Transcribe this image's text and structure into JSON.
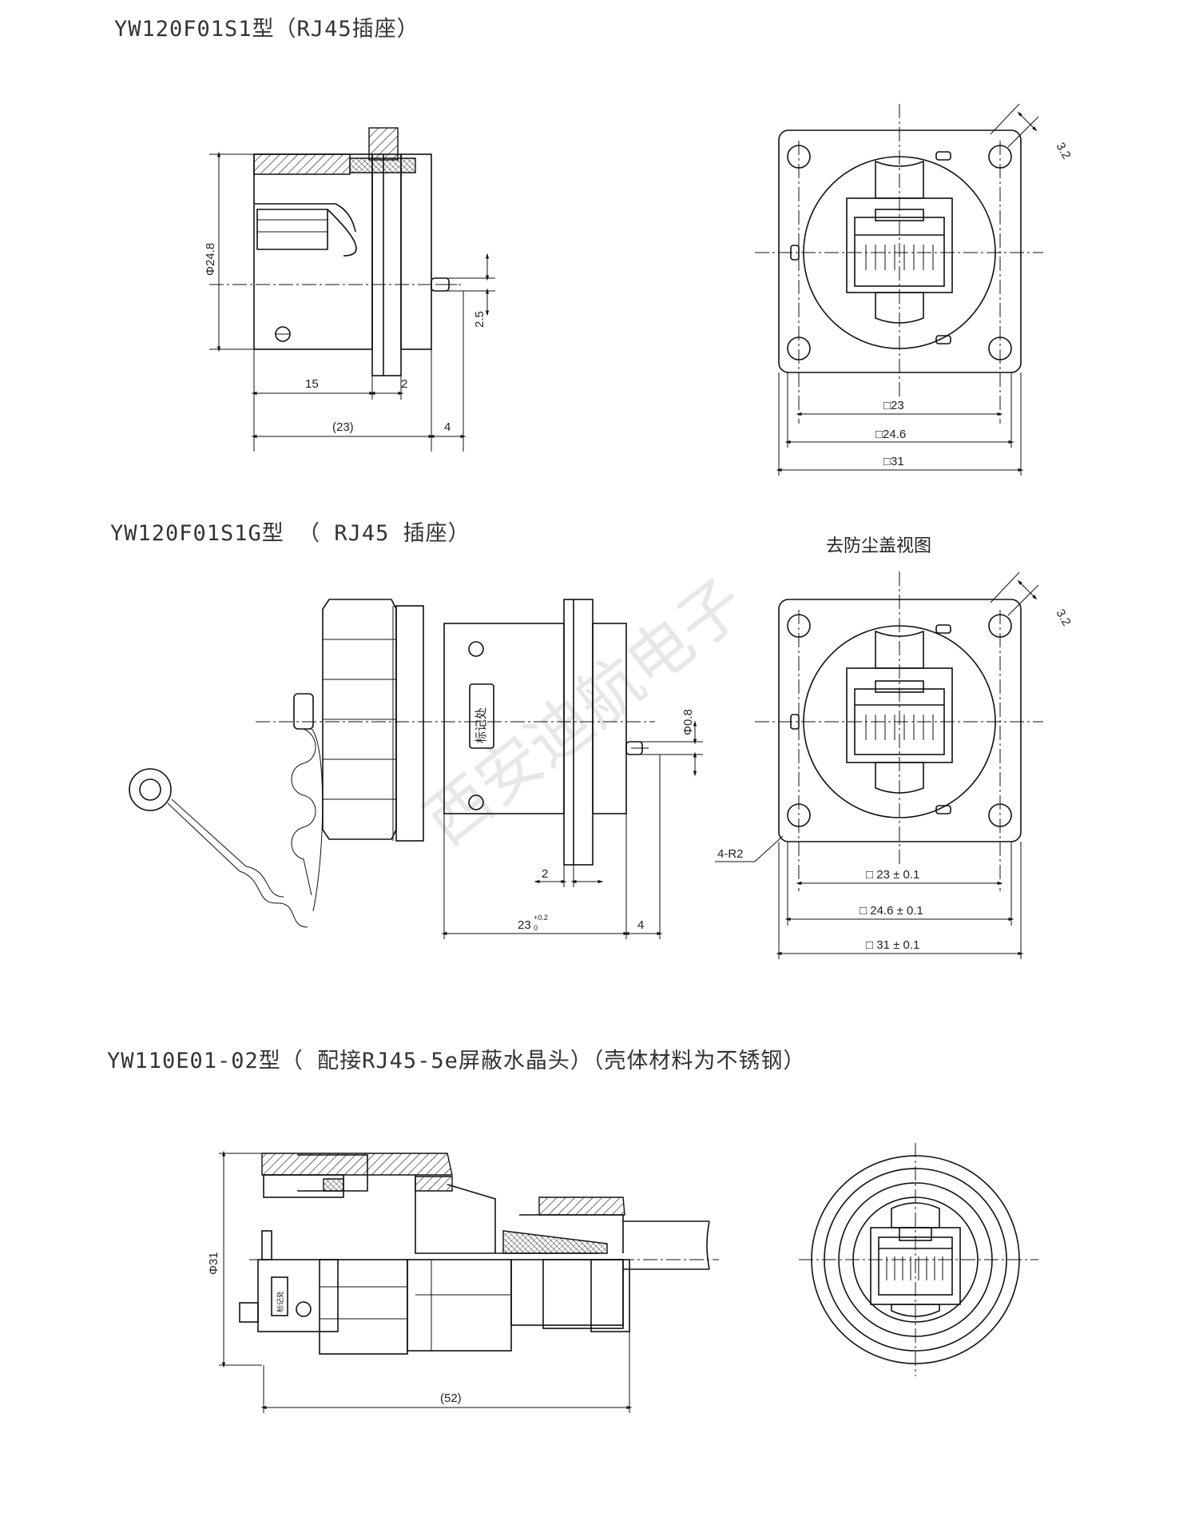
{
  "section1": {
    "title": "YW120F01S1型（RJ45插座）",
    "dims": {
      "diameter": "Φ24.8",
      "pin_offset": "2.5",
      "length_15": "15",
      "length_2": "2",
      "length_total": "(23)",
      "length_4": "4",
      "hole_dia": "3.2",
      "sq_23": "□23",
      "sq_24_6": "□24.6",
      "sq_31": "□31"
    }
  },
  "section2": {
    "title": "YW120F01S1G型 （ RJ45 插座）",
    "view_caption": "去防尘盖视图",
    "mark_label": "标记处",
    "dims": {
      "pin_dia": "Φ0.8",
      "length_2": "2",
      "length_23": "23",
      "tol_upper": "+0.2",
      "tol_lower": "0",
      "length_4": "4",
      "hole_dia": "3.2",
      "corner_radius": "4-R2",
      "sq_23": "□ 23 ± 0.1",
      "sq_24_6": "□ 24.6 ± 0.1",
      "sq_31": "□ 31 ± 0.1"
    }
  },
  "section3": {
    "title": "YW110E01-02型（ 配接RJ45-5e屏蔽水晶头）（壳体材料为不锈钢）",
    "mark_label": "标记处",
    "dims": {
      "diameter": "Φ31",
      "length_total": "(52)"
    }
  },
  "watermark": "西安迪航电子"
}
